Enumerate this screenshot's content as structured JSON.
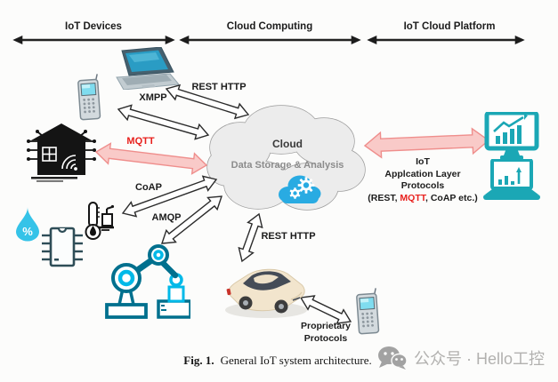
{
  "axis": {
    "iot_devices": "IoT Devices",
    "cloud_computing": "Cloud Computing",
    "iot_cloud_platform": "IoT Cloud Platform"
  },
  "protocols": {
    "xmpp": "XMPP",
    "rest_http_top": "REST HTTP",
    "mqtt": "MQTT",
    "coap": "CoAP",
    "amqp": "AMQP",
    "rest_http_bottom": "REST HTTP",
    "proprietary_line1": "Proprietary",
    "proprietary_line2": "Protocols"
  },
  "cloud": {
    "title": "Cloud",
    "subtitle": "Data Storage & Analysis"
  },
  "right_panel": {
    "line1": "IoT",
    "line2": "Applcation Layer",
    "line3": "Protocols",
    "paren_prefix": "(REST, ",
    "paren_mqtt": "MQTT",
    "paren_suffix": ", CoAP etc.)"
  },
  "sensors": {
    "humidity_percent": "%"
  },
  "caption": {
    "fig": "Fig. 1.",
    "text": "General IoT system architecture."
  },
  "watermark": {
    "text": "公众号 · Hello工控"
  },
  "colors": {
    "accent_red": "#e8201d",
    "pink_fill": "#f9cac8",
    "pink_stroke": "#ef8e8c",
    "teal": "#1ba7b5",
    "blue": "#29abe2"
  }
}
